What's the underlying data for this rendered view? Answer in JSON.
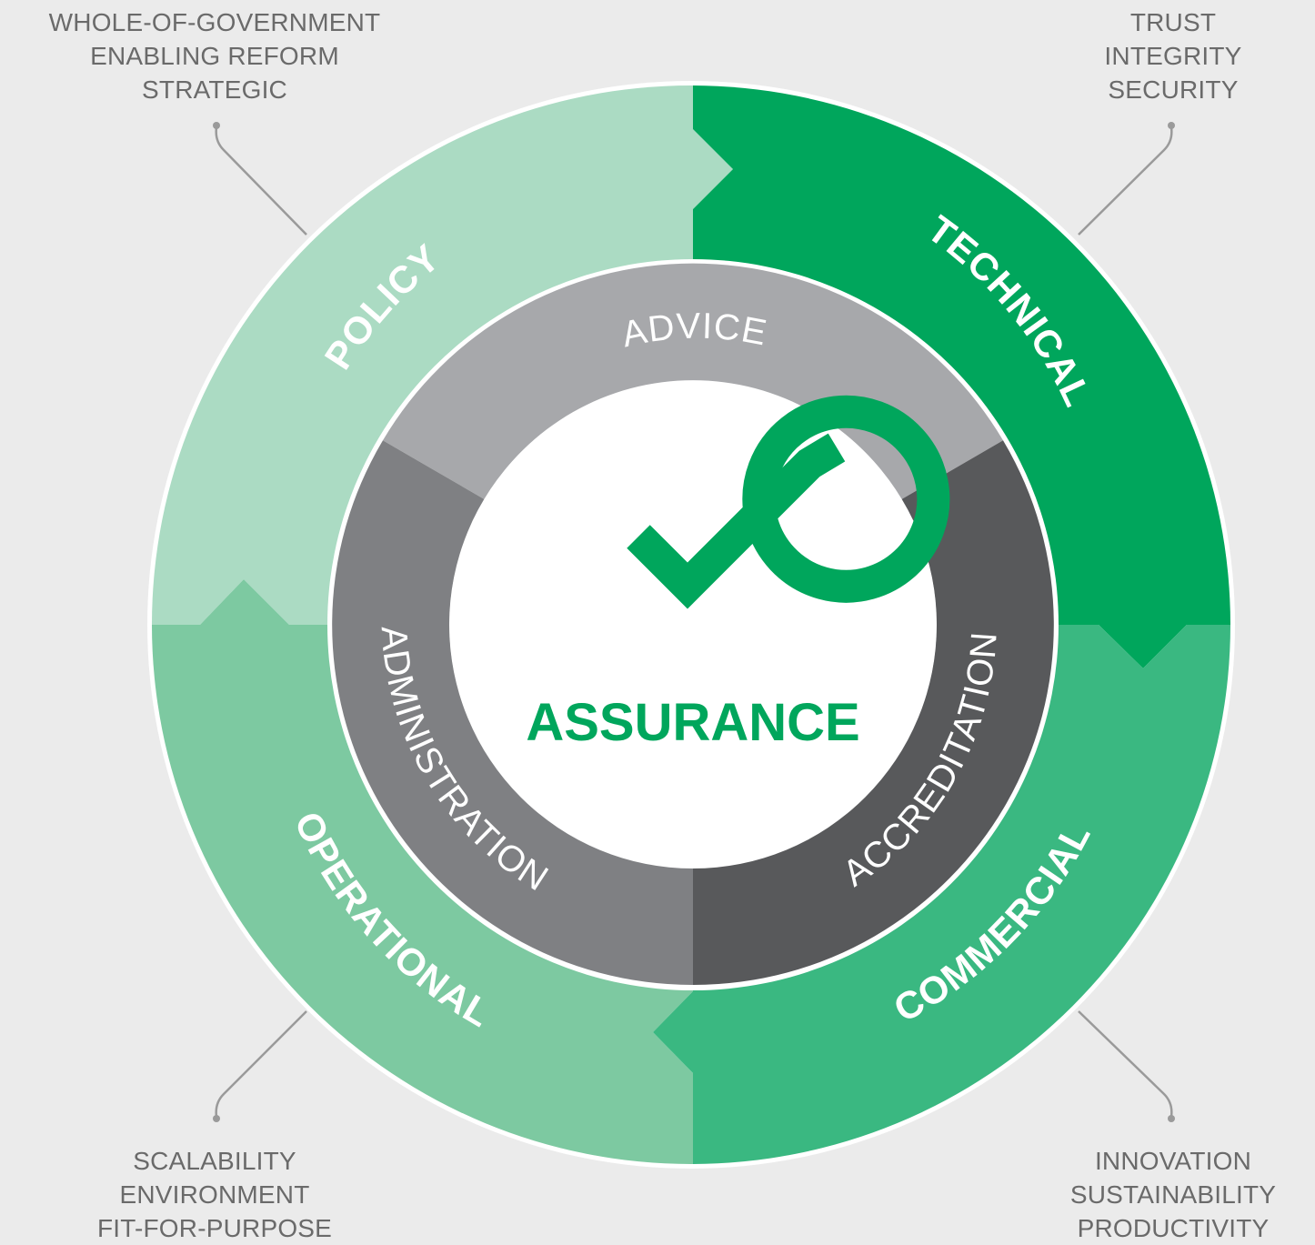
{
  "center": {
    "title": "ASSURANCE"
  },
  "outer_segments": {
    "policy": "POLICY",
    "technical": "TECHNICAL",
    "operational": "OPERATIONAL",
    "commercial": "COMMERCIAL"
  },
  "inner_segments": {
    "advice": "ADVICE",
    "administration": "ADMINISTRATION",
    "accreditation": "ACCREDITATION"
  },
  "callouts": {
    "top_left": [
      "WHOLE-OF-GOVERNMENT",
      "ENABLING REFORM",
      "STRATEGIC"
    ],
    "top_right": [
      "TRUST",
      "INTEGRITY",
      "SECURITY"
    ],
    "bottom_left": [
      "SCALABILITY",
      "ENVIRONMENT",
      "FIT-FOR-PURPOSE"
    ],
    "bottom_right": [
      "INNOVATION",
      "SUSTAINABILITY",
      "PRODUCTIVITY"
    ]
  },
  "colors": {
    "policy": "#abdbc3",
    "technical": "#00a65c",
    "operational": "#7dc9a1",
    "commercial": "#3ab881",
    "advice": "#a7a8ab",
    "administration": "#7f8083",
    "accreditation": "#58595b",
    "center_green": "#00a65c",
    "callout_text": "#6a6a6a",
    "leader_line": "#9a9a9a"
  }
}
